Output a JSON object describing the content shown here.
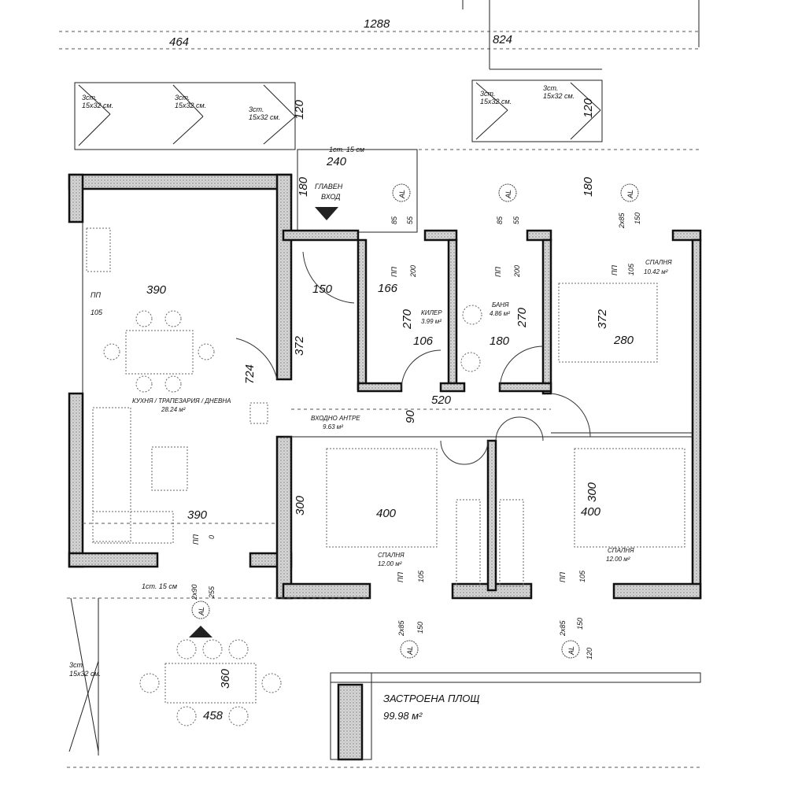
{
  "dimensions": {
    "total_width": "1288",
    "left_width": "464",
    "right_width": "824",
    "entry_step_width": "240",
    "entry_depth": "180",
    "stair_depth": "120",
    "right_top_depth": "180",
    "kitchen_width_top": "390",
    "kitchen_width_bottom": "390",
    "kitchen_height": "724",
    "hall_door": "150",
    "hall_height": "372",
    "hall_width": "520",
    "hall_depth": "90",
    "pantry_width": "166",
    "pantry_height": "270",
    "pantry_door": "106",
    "bath_height": "270",
    "bath_door": "180",
    "bedroom1_height": "372",
    "bedroom1_width": "280",
    "bedroom2_height": "300",
    "bedroom2_width": "400",
    "bedroom3_height": "300",
    "bedroom3_width": "400",
    "terrace_table_h": "360",
    "terrace_width": "458"
  },
  "stairs": {
    "label_line1": "3ст.",
    "label_line2": "15x32 см.",
    "single_step": "1ст. 15 см"
  },
  "entrance": {
    "line1": "ГЛАВЕН",
    "line2": "ВХОД"
  },
  "windows": {
    "tag": "AL",
    "w1_a": "85",
    "w1_b": "55",
    "w2_a": "85",
    "w2_b": "55",
    "w3_a": "2x85",
    "w3_b": "150",
    "w4_a": "2x90",
    "w4_b": "255",
    "w5_a": "2x85",
    "w5_b": "150",
    "w6_a": "2x85",
    "w6_b": "150",
    "w6_c": "120"
  },
  "rooms": {
    "kitchen": {
      "name": "КУХНЯ / ТРАПЕЗАРИЯ / ДНЕВНА",
      "area": "28.24 м²",
      "sill_label": "ПП",
      "sill": "105",
      "sill2": "0"
    },
    "hall": {
      "name": "ВХОДНО АНТРЕ",
      "area": "9.63 м²"
    },
    "pantry": {
      "name": "КИЛЕР",
      "area": "3.99 м²",
      "sill_label": "ПП",
      "sill": "200"
    },
    "bath": {
      "name": "БАНЯ",
      "area": "4.86 м²",
      "sill_label": "ПП",
      "sill": "200"
    },
    "bedroom1": {
      "name": "СПАЛНЯ",
      "area": "10.42 м²",
      "sill_label": "ПП",
      "sill": "105"
    },
    "bedroom2": {
      "name": "СПАЛНЯ",
      "area": "12.00 м²",
      "sill_label": "ПП",
      "sill": "105"
    },
    "bedroom3": {
      "name": "СПАЛНЯ",
      "area": "12.00 м²",
      "sill_label": "ПП",
      "sill": "105"
    }
  },
  "built_area": {
    "title": "ЗАСТРОЕНА ПЛОЩ",
    "value": "99.98 м²"
  }
}
